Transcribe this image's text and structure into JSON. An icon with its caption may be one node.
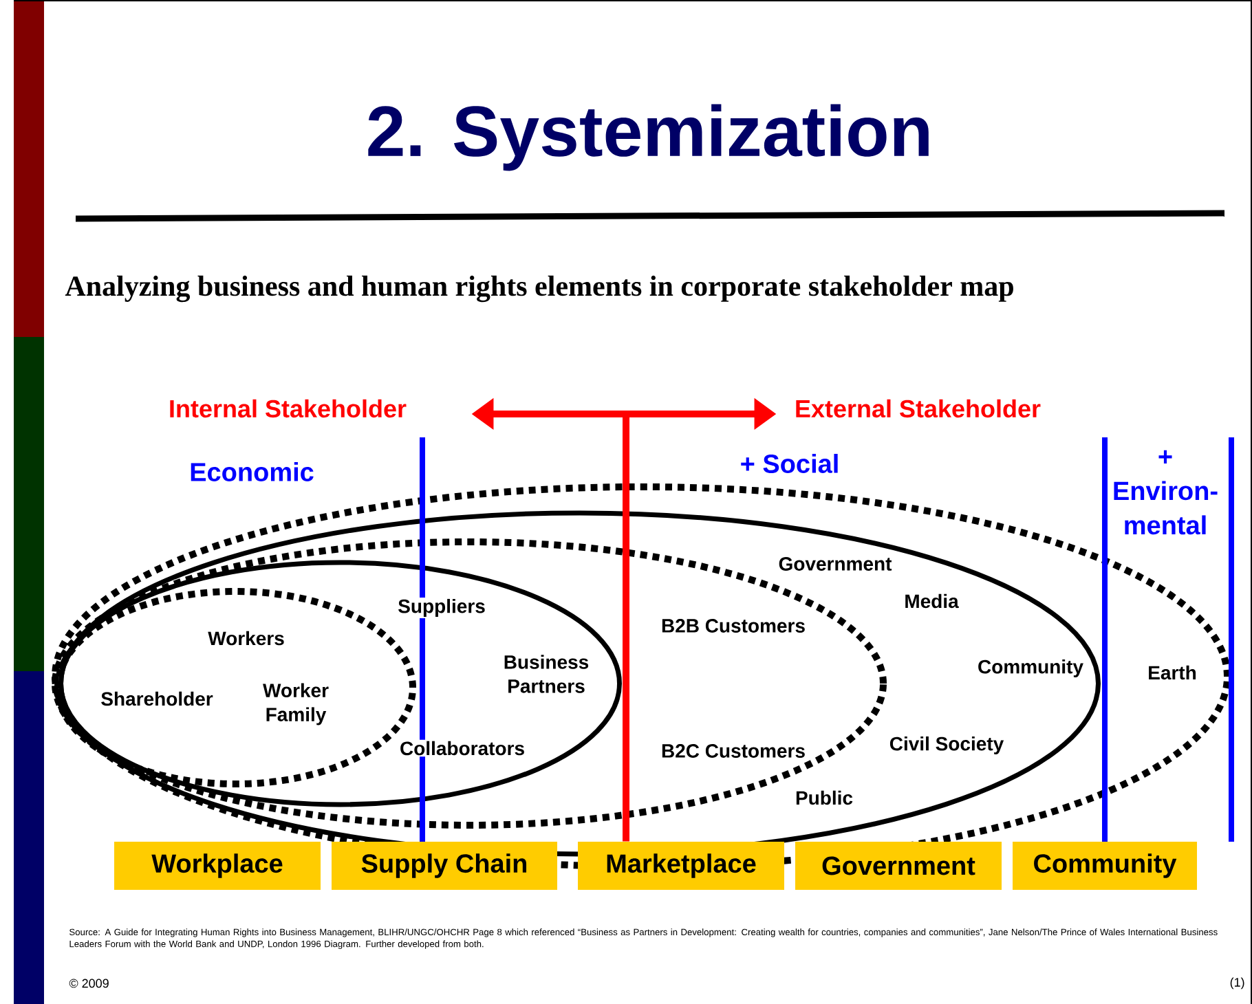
{
  "diagram": {
    "title": "2. Systemization",
    "nodes": [
      {
        "text": [
          "Earth"
        ]
      },
      {
        "text": [
          "Government",
          "Media",
          "Community",
          "Civil Society",
          "Public"
        ],
        "in": 0
      },
      {
        "text": [
          "B2B Customers",
          "B2C Customers"
        ],
        "in": 1
      },
      {
        "text": [
          "Suppliers",
          "Business Partners",
          "Collaborators"
        ],
        "in": 2
      },
      {
        "text": [
          "Workers",
          "Shareholder",
          "Worker Family"
        ],
        "in": 3
      },
      {
        "text": [
          "Workplace"
        ]
      },
      {
        "text": [
          "Supply Chain"
        ]
      },
      {
        "text": [
          "Marketplace"
        ]
      },
      {
        "text": [
          "Government"
        ]
      },
      {
        "text": [
          "Community"
        ]
      },
      {
        "text": [
          "Internal Stakeholder"
        ]
      },
      {
        "text": [
          "External Stakeholder"
        ]
      }
    ],
    "edges": [
      {
        "from": 10,
        "to": 11,
        "arrow": "both"
      },
      {
        "from": null,
        "to": 7,
        "arrow": "none"
      }
    ],
    "labels": [
      "Analyzing business and human rights elements in corporate stakeholder map",
      "Economic",
      "+ Social",
      "+ Environ-mental",
      "Source: A Guide for Integrating Human Rights into Business Management, BLIHR/UNGC/OHCHR Page 8 which referenced “Business as Partners in Development: Creating wealth for countries, companies and communities”, Jane Nelson/The Prince of Wales International Business Leaders Forum with the World Bank and UNDP, London 1996 Diagram. Further developed from both.",
      "© 2009",
      "(1)"
    ]
  }
}
